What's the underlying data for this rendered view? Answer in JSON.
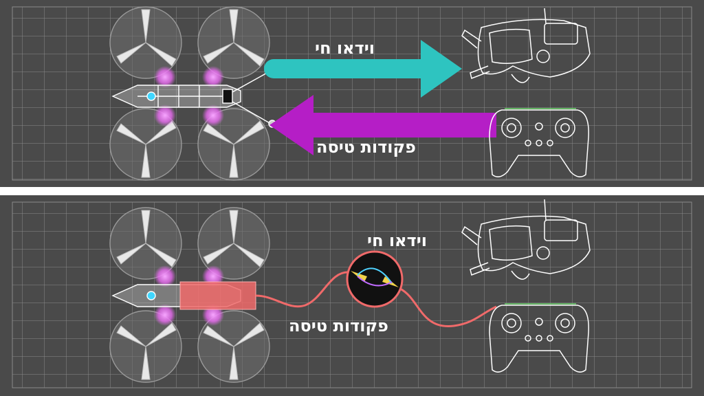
{
  "colors": {
    "background": "#4a4a4a",
    "grid": "#8a8a8a",
    "video_arrow": "#2ec4c0",
    "command_arrow": "#b51ec6",
    "cable": "#f06a6a",
    "motor_glow": "#e86bf0",
    "divider": "#ffffff"
  },
  "top_panel": {
    "video_label": "וידאו חי",
    "commands_label": "פקודות טיסה",
    "video_arrow_direction": "drone-to-goggles",
    "commands_arrow_direction": "controller-to-drone",
    "link_type": "wireless"
  },
  "bottom_panel": {
    "video_label": "וידאו חי",
    "commands_label": "פקודות טיסה",
    "link_type": "wired",
    "highlighted_component": "body-module",
    "junction_icon": "connector-icon"
  },
  "icons": [
    "drone-icon",
    "fpv-goggles-icon",
    "remote-controller-icon",
    "antenna-icon",
    "connector-icon"
  ]
}
